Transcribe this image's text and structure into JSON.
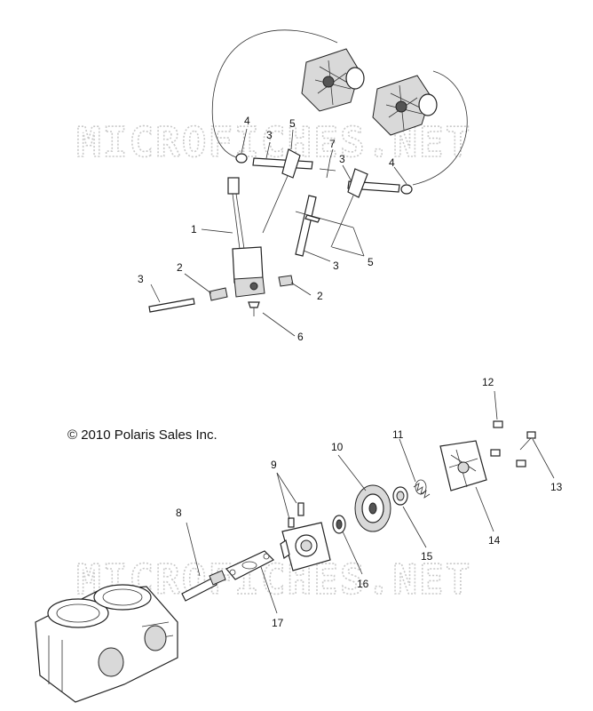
{
  "copyright": "© 2010 Polaris Sales Inc.",
  "watermark": "MICROFICHES.NET",
  "callouts": {
    "c1": "1",
    "c2a": "2",
    "c2b": "2",
    "c3a": "3",
    "c3b": "3",
    "c3c": "3",
    "c3d": "3",
    "c4a": "4",
    "c4b": "4",
    "c5a": "5",
    "c5b": "5",
    "c6": "6",
    "c7": "7",
    "c8": "8",
    "c9": "9",
    "c10": "10",
    "c11": "11",
    "c12": "12",
    "c13": "13",
    "c14": "14",
    "c15": "15",
    "c16": "16",
    "c17": "17"
  }
}
